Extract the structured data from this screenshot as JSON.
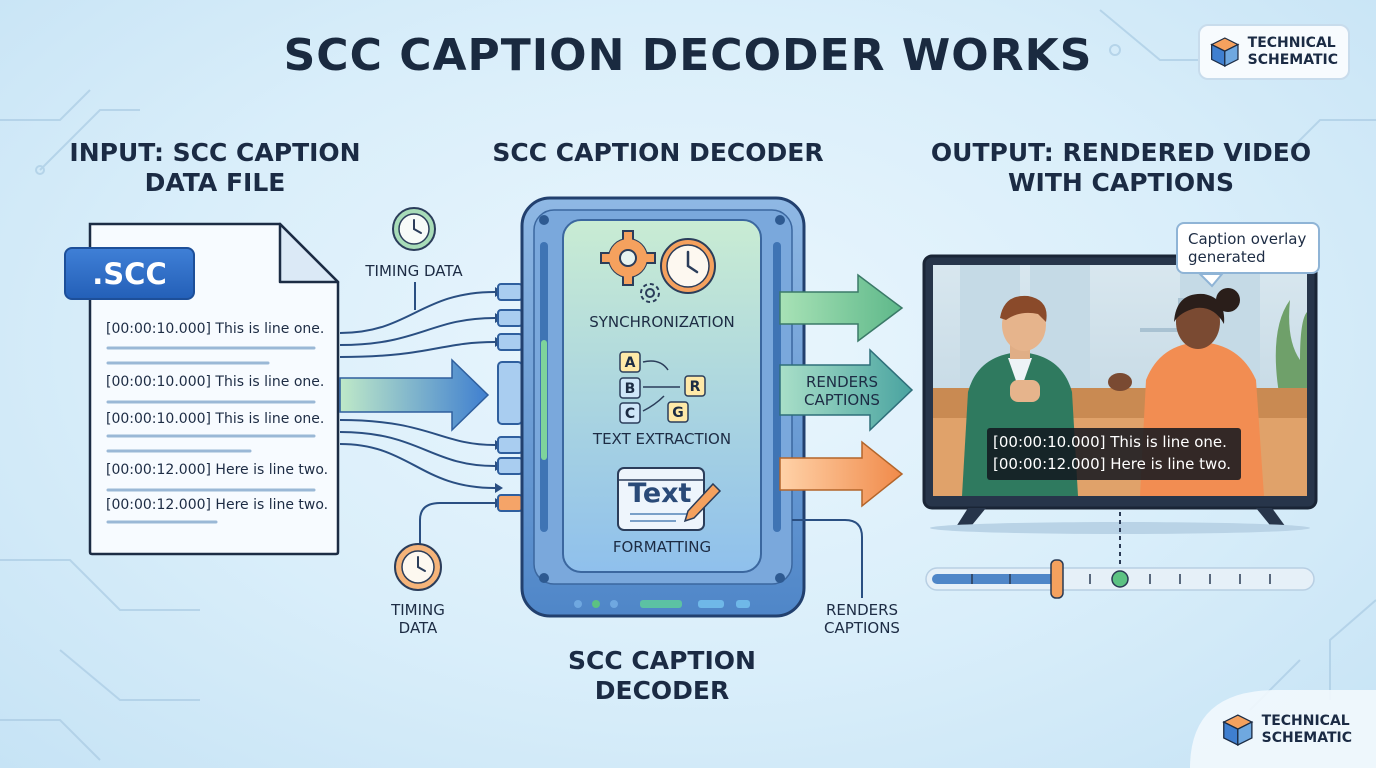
{
  "title": "SCC CAPTION DECODER WORKS",
  "badge_top": {
    "line1": "TECHNICAL",
    "line2": "SCHEMATIC",
    "icon": "cube-icon"
  },
  "badge_bottom": {
    "line1": "TECHNICAL",
    "line2": "SCHEMATIC",
    "icon": "cube-icon"
  },
  "input": {
    "heading_line1": "INPUT: SCC CAPTION",
    "heading_line2": "DATA FILE",
    "file_tag": ".SCC",
    "lines": [
      "[00:00:10.000] This is line one.",
      "[00:00:10.000] This is line one.",
      "[00:00:10.000] This is line one.",
      "[00:00:12.000] Here is line two.",
      "[00:00:12.000] Here is line two."
    ]
  },
  "timing_top": "TIMING DATA",
  "timing_bottom": {
    "line1": "TIMING",
    "line2": "DATA"
  },
  "decoder": {
    "heading": "SCC CAPTION DECODER",
    "bottom_line1": "SCC CAPTION",
    "bottom_line2": "DECODER",
    "sync_label": "SYNCHRONIZATION",
    "extract_label": "TEXT EXTRACTION",
    "format_label": "FORMATTING",
    "format_word": "Text",
    "letters": [
      "A",
      "B",
      "C",
      "R",
      "G"
    ]
  },
  "renders_mid": {
    "line1": "RENDERS",
    "line2": "CAPTIONS"
  },
  "renders_bottom": {
    "line1": "RENDERS",
    "line2": "CAPTIONS"
  },
  "output": {
    "heading_line1": "OUTPUT: RENDERED VIDEO",
    "heading_line2": "WITH CAPTIONS",
    "bubble_line1": "Caption overlay",
    "bubble_line2": "generated",
    "caption_line1": "[00:00:10.000] This is line one.",
    "caption_line2": "[00:00:12.000] Here is line two."
  },
  "colors": {
    "accent_blue": "#2a66c2",
    "green": "#5fbf7a",
    "orange": "#f39a5a",
    "navy": "#1b2b44"
  }
}
